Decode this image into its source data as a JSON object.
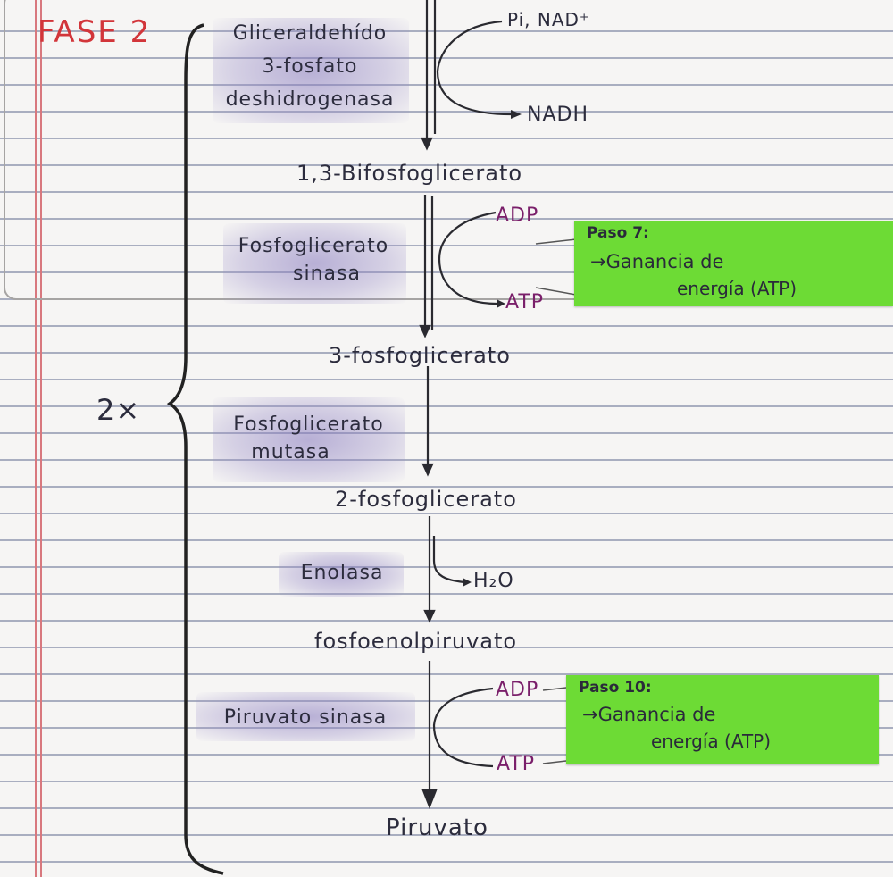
{
  "header": {
    "phase_title": "FASE 2",
    "multiplier": "2×"
  },
  "steps": [
    {
      "enzyme_lines": [
        "Gliceraldehído",
        "3-fosfato",
        "deshidrogenasa"
      ],
      "inputs": [
        "Pi, NAD⁺"
      ],
      "outputs": [
        "NADH"
      ],
      "product": "1,3-Bifosfoglicerato"
    },
    {
      "enzyme_lines": [
        "Fosfoglicerato",
        "sinasa"
      ],
      "inputs": [
        "ADP"
      ],
      "outputs": [
        "ATP"
      ],
      "product": "3-fosfoglicerato"
    },
    {
      "enzyme_lines": [
        "Fosfoglicerato",
        "mutasa"
      ],
      "inputs": [],
      "outputs": [],
      "product": "2-fosfoglicerato"
    },
    {
      "enzyme_lines": [
        "Enolasa"
      ],
      "inputs": [],
      "outputs": [
        "H₂O"
      ],
      "product": "fosfoenolpiruvato"
    },
    {
      "enzyme_lines": [
        "Piruvato sinasa"
      ],
      "inputs": [
        "ADP"
      ],
      "outputs": [
        "ATP"
      ],
      "product": "Piruvato"
    }
  ],
  "sticky_notes": [
    {
      "title": "Paso 7:",
      "line1": "→Ganancia de",
      "line2": "energía (ATP)",
      "color": "#6ddb35"
    },
    {
      "title": "Paso 10:",
      "line1": "→Ganancia de",
      "line2": "energía (ATP)",
      "color": "#6ddb35"
    }
  ],
  "colors": {
    "ink": "#2c2c3d",
    "accent_purple": "#7a1f6a",
    "phase_red": "#d2353a",
    "highlight": "#8f82c4"
  }
}
